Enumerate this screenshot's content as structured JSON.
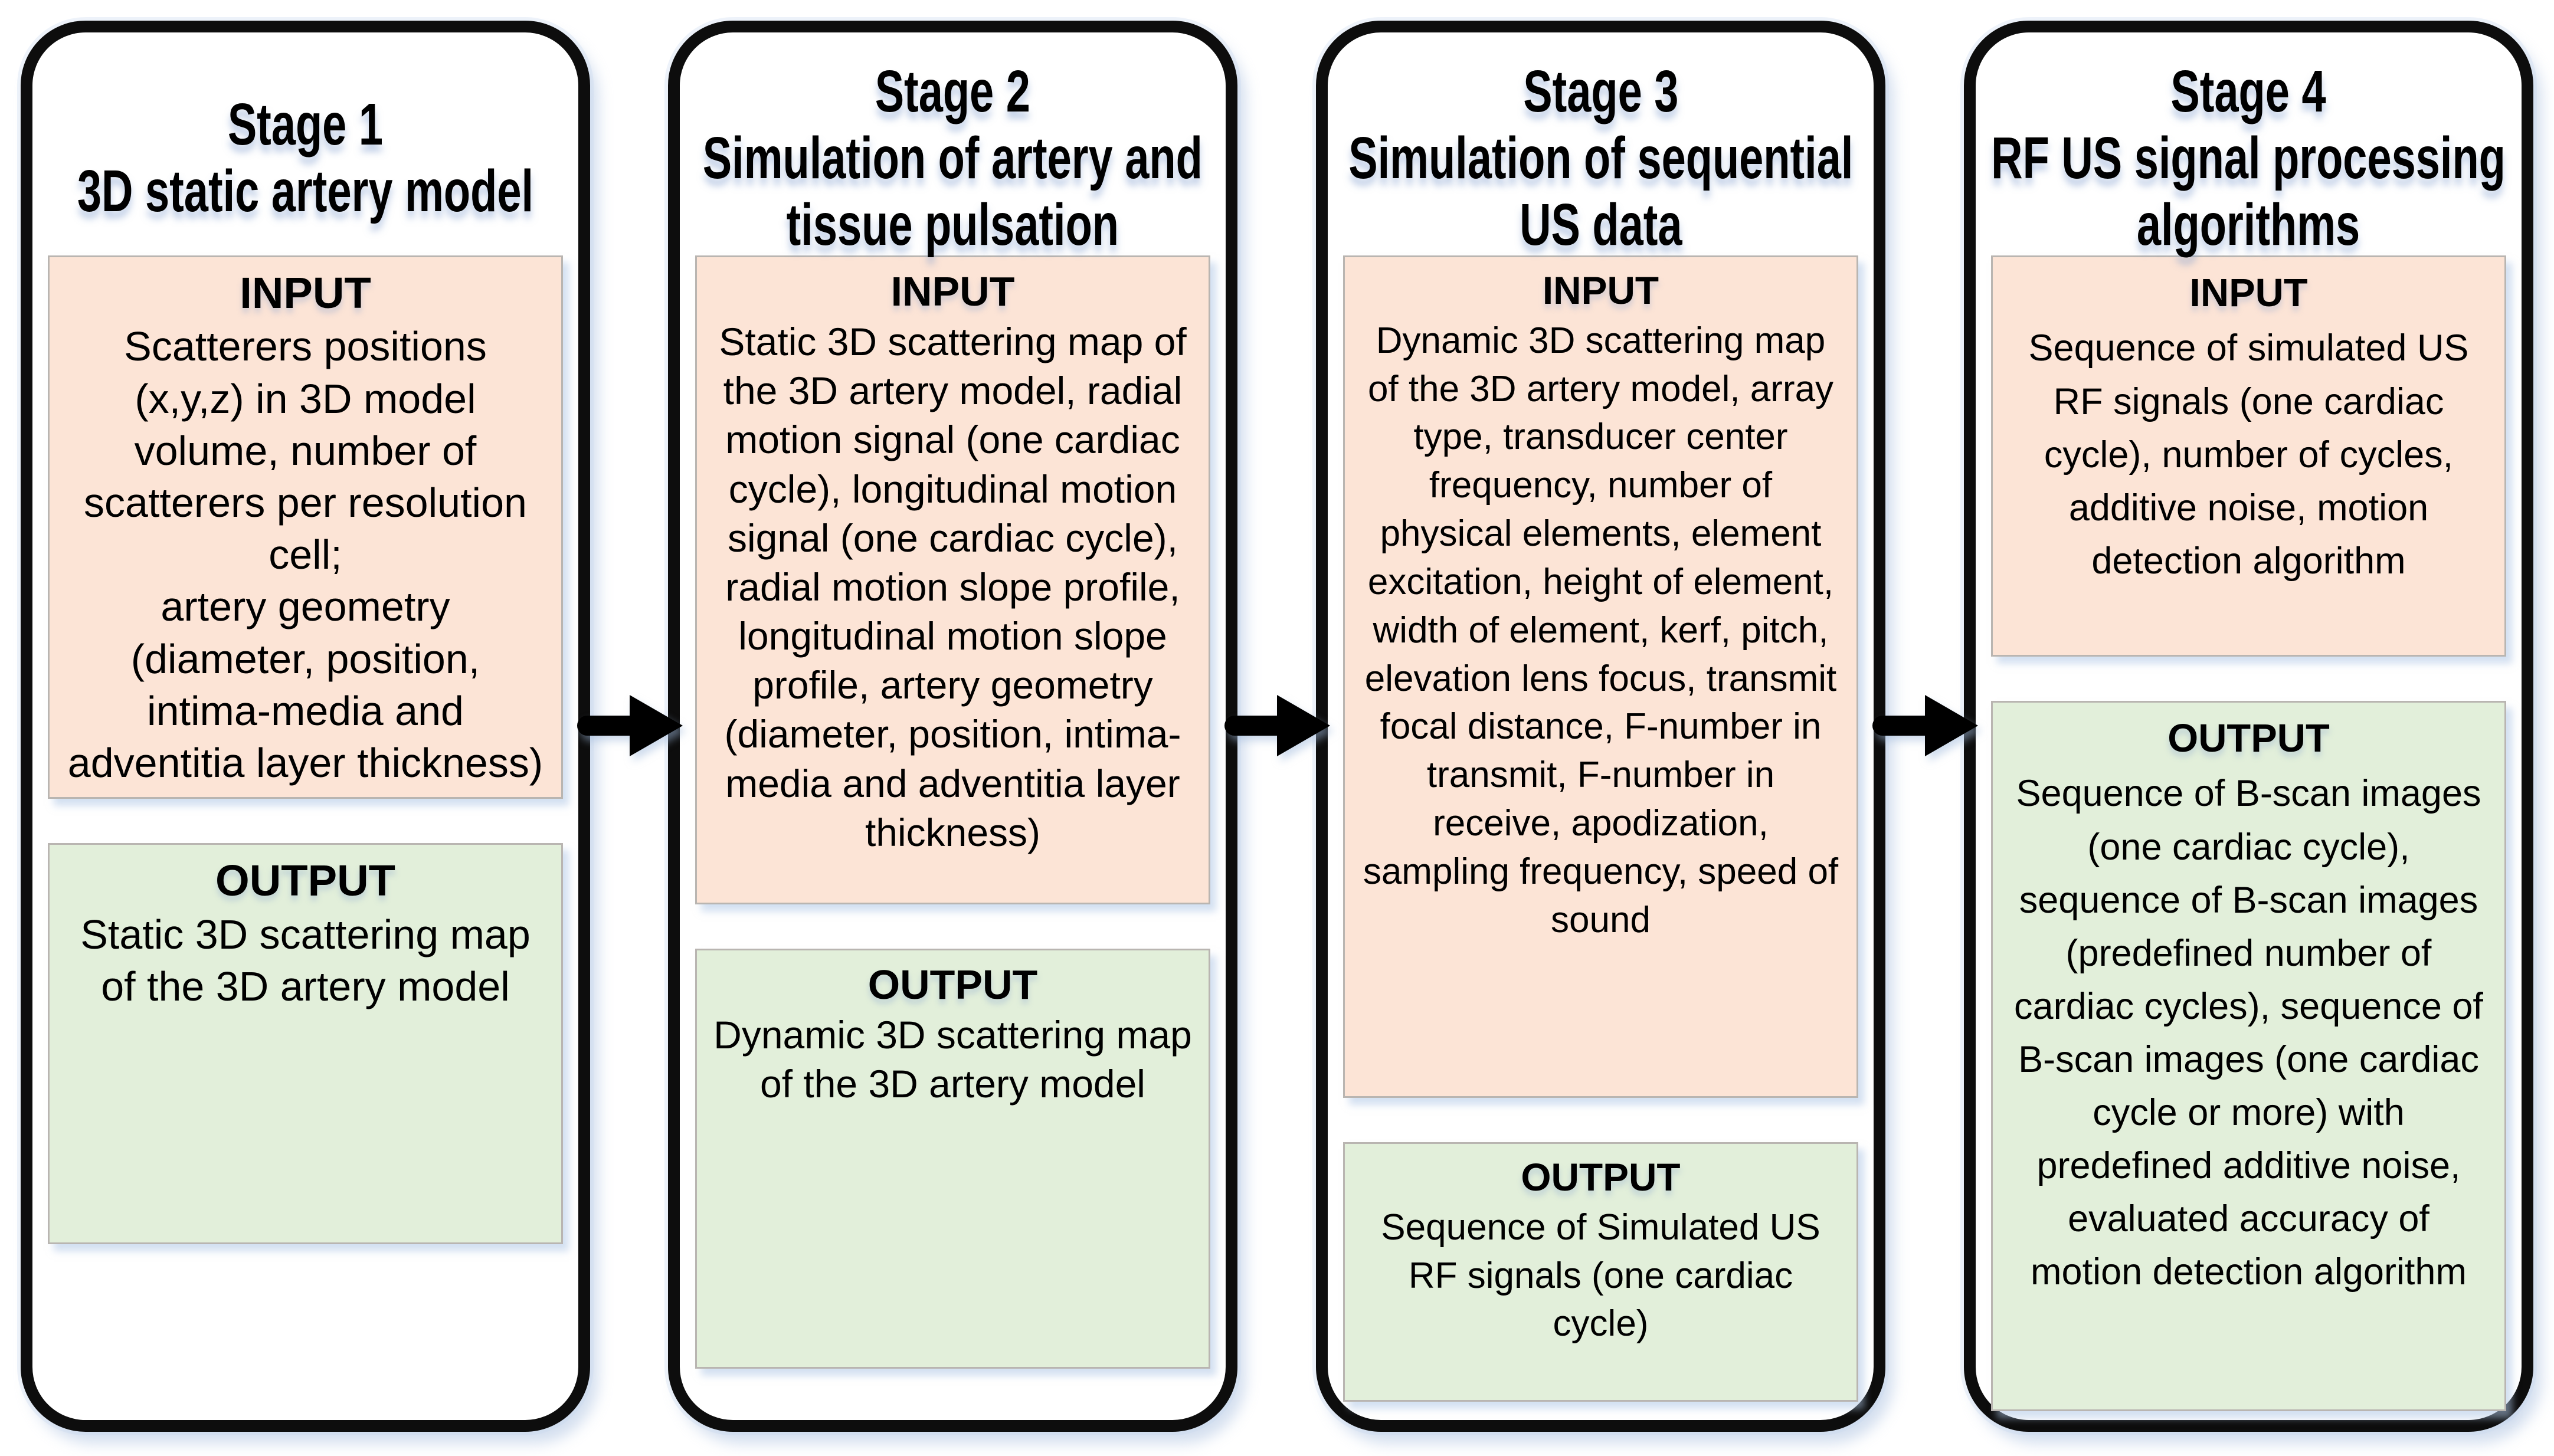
{
  "figure": {
    "type": "flowchart",
    "direction": "left-to-right",
    "colors": {
      "input_box_bg": "#fce4d6",
      "output_box_bg": "#e2efda",
      "stage_border": "#0d0d0d",
      "arrow": "#000000",
      "text": "#000000"
    },
    "arrows": [
      {
        "from": "Stage 1",
        "to": "Stage 2"
      },
      {
        "from": "Stage 2",
        "to": "Stage 3"
      },
      {
        "from": "Stage 3",
        "to": "Stage 4"
      }
    ],
    "stages": [
      {
        "title": "Stage 1\n3D static artery model",
        "input_label": "INPUT",
        "input_text": "Scatterers positions (x,y,z) in 3D model volume, number of scatterers per resolution cell;\nartery geometry (diameter, position, intima-media and adventitia layer thickness)",
        "output_label": "OUTPUT",
        "output_text": "Static 3D scattering map of the 3D artery model"
      },
      {
        "title": "Stage 2\nSimulation of artery and\ntissue pulsation",
        "input_label": "INPUT",
        "input_text": "Static 3D scattering map of the 3D artery model, radial motion signal (one cardiac cycle), longitudinal motion signal (one cardiac cycle), radial motion slope profile, longitudinal motion slope profile, artery geometry (diameter, position, intima-media and adventitia layer thickness)",
        "output_label": "OUTPUT",
        "output_text": "Dynamic 3D scattering map of the 3D artery model"
      },
      {
        "title": "Stage 3\nSimulation of sequential\nUS data",
        "input_label": "INPUT",
        "input_text": "Dynamic 3D scattering map of the 3D artery model, array type, transducer center frequency, number of physical elements, element excitation, height of element, width of element, kerf, pitch, elevation lens focus, transmit focal distance, F-number in transmit, F-number in receive, apodization, sampling frequency, speed of sound",
        "output_label": "OUTPUT",
        "output_text": "Sequence of Simulated US RF signals (one cardiac cycle)"
      },
      {
        "title": "Stage 4\nRF US signal processing\nalgorithms",
        "input_label": "INPUT",
        "input_text": "Sequence of simulated US RF signals (one cardiac cycle), number of cycles, additive noise, motion detection algorithm",
        "output_label": "OUTPUT",
        "output_text": "Sequence of B-scan images (one cardiac cycle), sequence of B-scan images (predefined number of cardiac cycles), sequence of B-scan images (one cardiac cycle or more) with predefined additive noise, evaluated accuracy of motion detection algorithm"
      }
    ]
  }
}
